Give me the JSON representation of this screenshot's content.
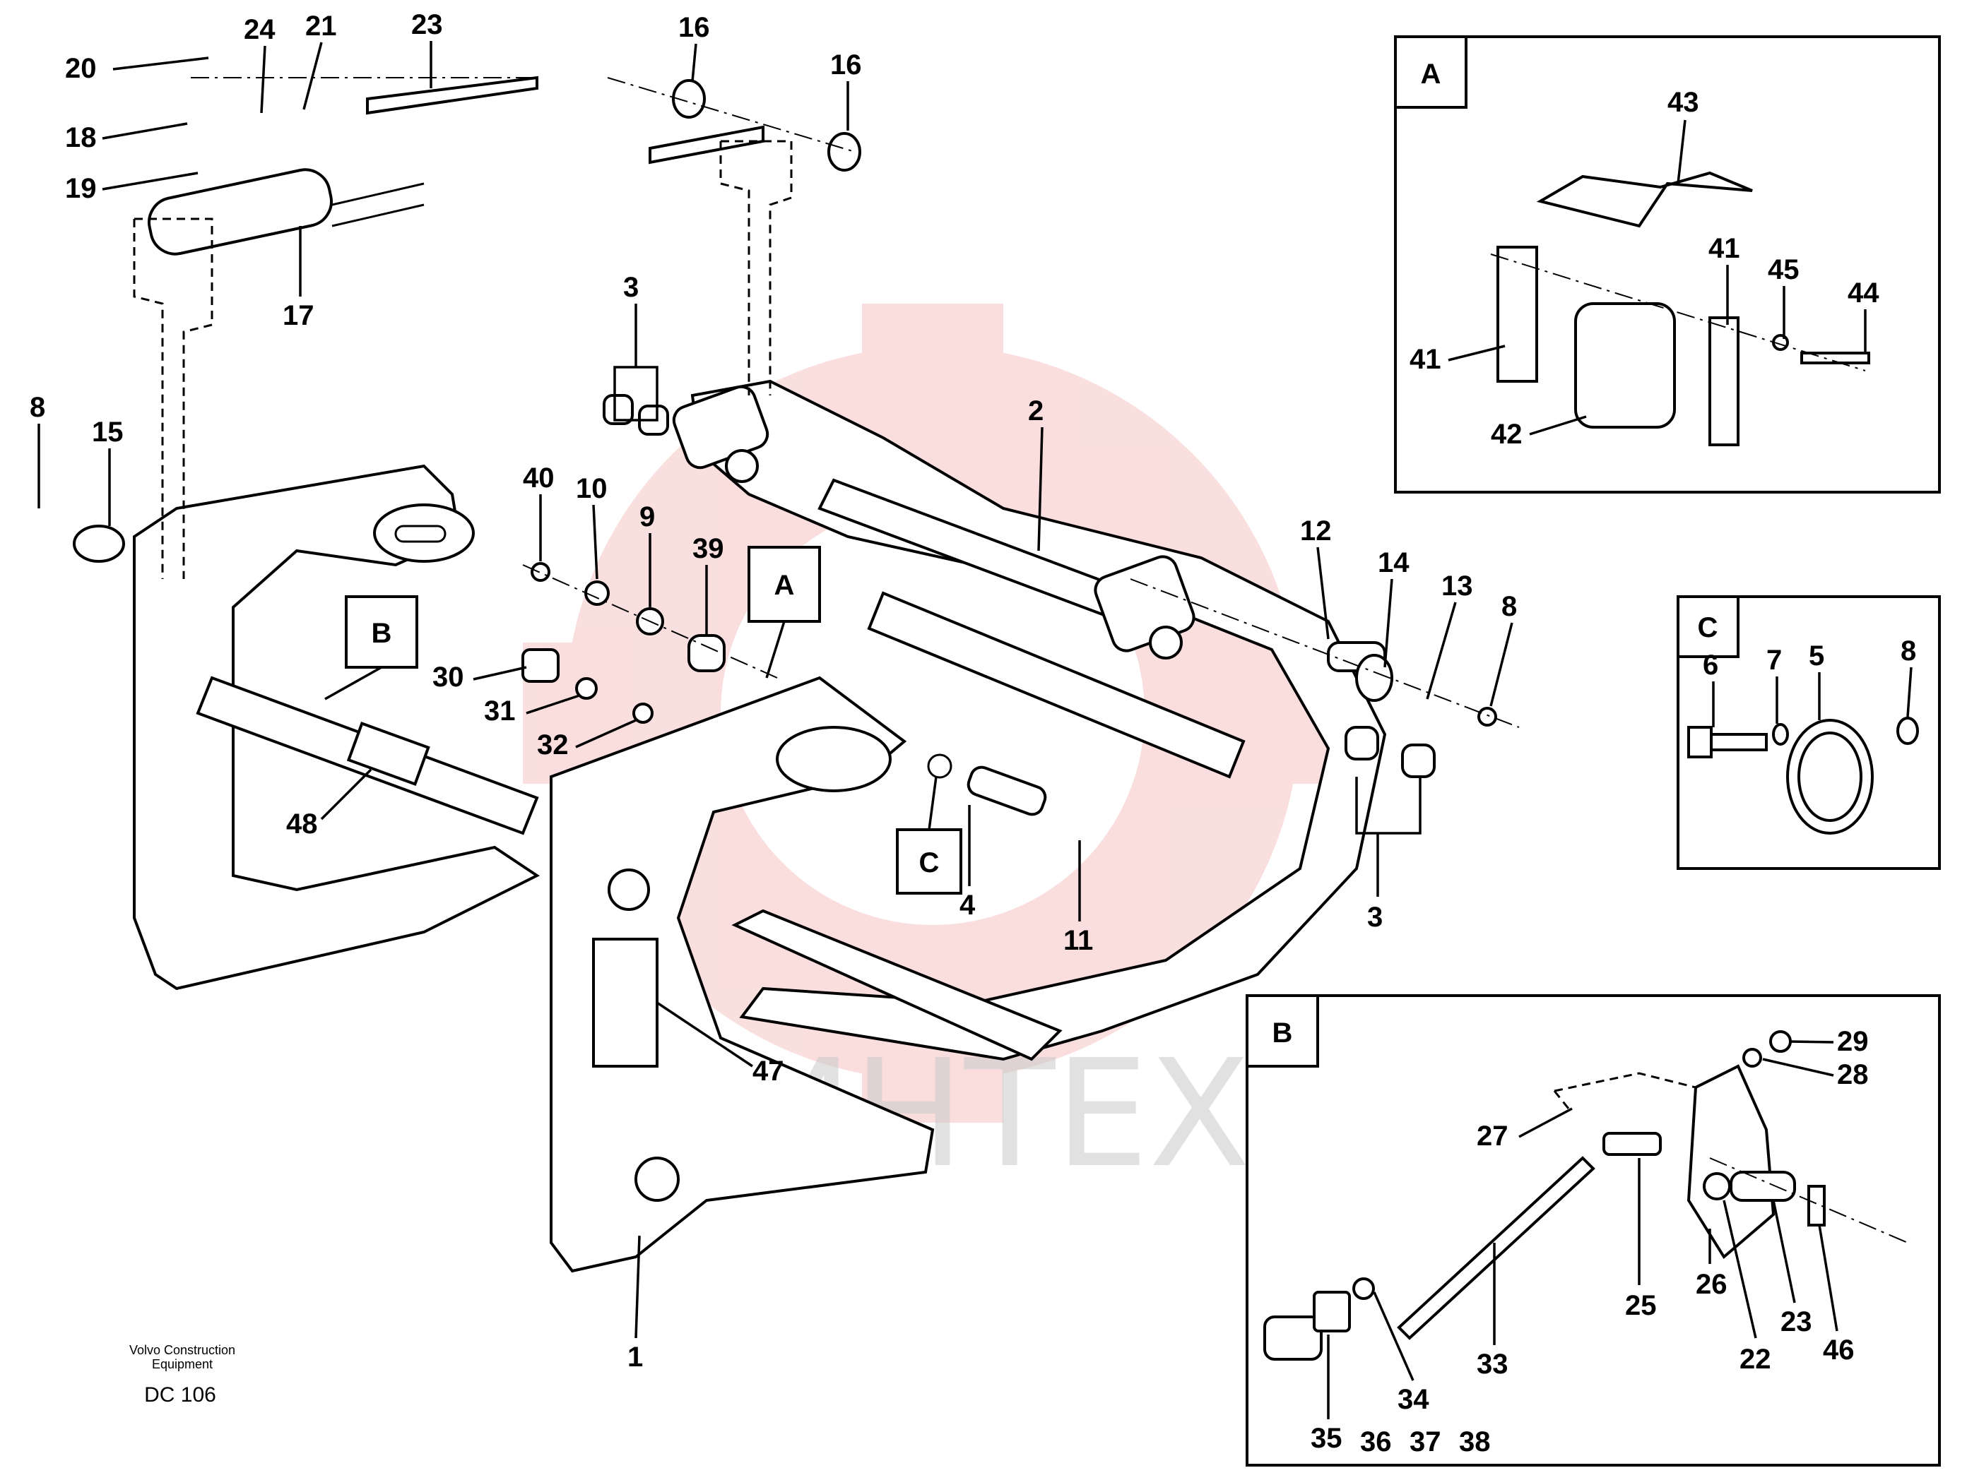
{
  "watermark": {
    "text": "ИНТЕХ",
    "color": "#f2a3a3"
  },
  "footer": {
    "company": "Volvo Construction",
    "subcompany": "Equipment",
    "code": "DC 106"
  },
  "frame_labels": {
    "A": "A",
    "B": "B",
    "C": "C"
  },
  "inset_a": {
    "label": "A",
    "callouts": [
      "43",
      "41",
      "45",
      "44",
      "41",
      "42"
    ]
  },
  "inset_b": {
    "label": "B",
    "callouts": [
      "29",
      "28",
      "27",
      "25",
      "26",
      "23",
      "46",
      "22",
      "33",
      "34",
      "35",
      "36",
      "37",
      "38"
    ]
  },
  "inset_c": {
    "label": "C",
    "callouts": [
      "6",
      "7",
      "5",
      "8"
    ]
  },
  "main_callouts": [
    "20",
    "24",
    "21",
    "23",
    "18",
    "19",
    "17",
    "16",
    "16",
    "3",
    "2",
    "8",
    "15",
    "40",
    "10",
    "9",
    "39",
    "12",
    "14",
    "13",
    "8",
    "30",
    "31",
    "32",
    "4",
    "11",
    "3",
    "48",
    "47",
    "1"
  ]
}
